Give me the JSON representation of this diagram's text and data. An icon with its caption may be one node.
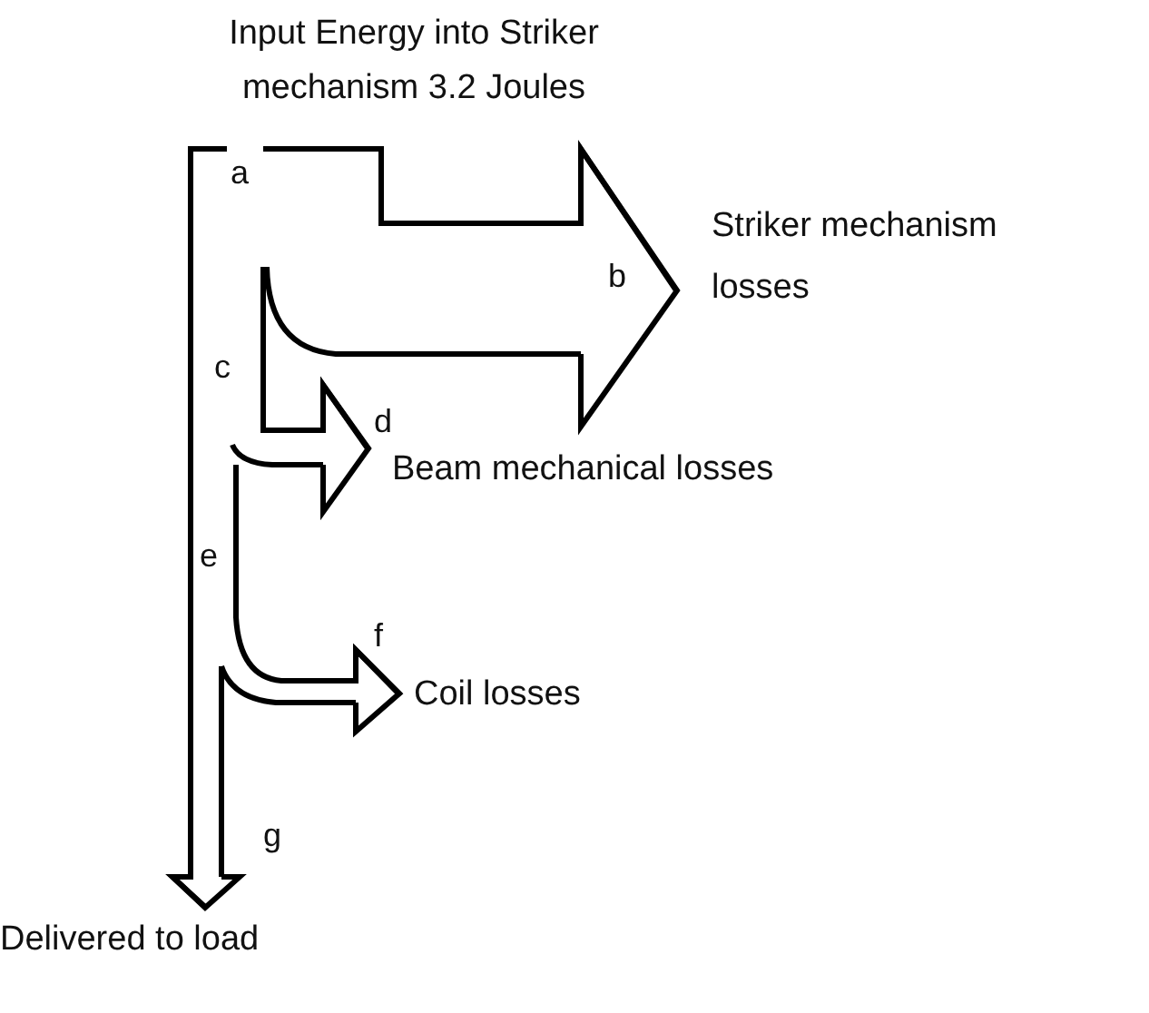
{
  "diagram": {
    "nodes": [
      {
        "text": [
          "Input Energy into Striker mechanism 3.2 Joules"
        ]
      },
      {
        "text": [
          "Striker mechanism losses"
        ]
      },
      {
        "text": [
          "Beam mechanical losses"
        ]
      },
      {
        "text": [
          "Coil losses"
        ]
      },
      {
        "text": [
          "Delivered to load"
        ]
      }
    ],
    "edges": [
      {
        "from": 0,
        "to": 1,
        "arrow": "to",
        "label": "b"
      },
      {
        "from": null,
        "to": 2,
        "arrow": "to",
        "label": "d"
      },
      {
        "from": null,
        "to": 3,
        "arrow": "to",
        "label": "f"
      },
      {
        "from": 0,
        "to": 4,
        "arrow": "to",
        "label": "g"
      }
    ],
    "labels": [
      "a",
      "c",
      "e"
    ]
  }
}
